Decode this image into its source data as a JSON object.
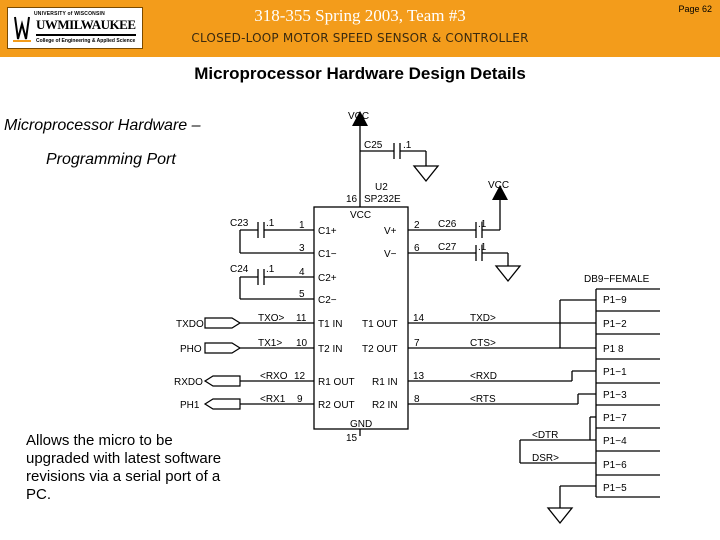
{
  "header": {
    "logo": {
      "university": "UNIVERSITY of WISCONSIN",
      "name": "UWMILWAUKEE",
      "college": "College of Engineering & Applied Science"
    },
    "course": "318-355 Spring 2003, Team #3",
    "subtitle": "CLOSED-LOOP MOTOR SPEED SENSOR & CONTROLLER",
    "page": "Page 62"
  },
  "title": "Microprocessor Hardware Design Details",
  "heading_line1": "Microprocessor Hardware –",
  "heading_line2": "Programming Port",
  "description": "Allows the micro to be upgraded with latest software revisions via a serial port of a PC.",
  "schematic": {
    "vcc1": "VCC",
    "vcc2": "VCC",
    "c25": "C25",
    "c25_val": ".1",
    "u2": "U2",
    "part": "SP232E",
    "chip_vcc": "VCC",
    "gnd": "GND",
    "pin16": "16",
    "pin15": "15",
    "c23": "C23",
    "c23_val": ".1",
    "c24": "C24",
    "c24_val": ".1",
    "c26": "C26",
    "c26_val": ".1",
    "c27": "C27",
    "c27_val": ".1",
    "left_pins": [
      {
        "num": "1",
        "label": "C1+"
      },
      {
        "num": "3",
        "label": "C1−"
      },
      {
        "num": "4",
        "label": "C2+"
      },
      {
        "num": "5",
        "label": "C2−"
      },
      {
        "num": "11",
        "label": "T1  IN"
      },
      {
        "num": "10",
        "label": "T2  IN"
      },
      {
        "num": "12",
        "label": "R1  OUT"
      },
      {
        "num": "9",
        "label": "R2  OUT"
      }
    ],
    "right_pins": [
      {
        "num": "2",
        "label": "V+"
      },
      {
        "num": "6",
        "label": "V−"
      },
      {
        "num": "14",
        "label": "T1  OUT"
      },
      {
        "num": "7",
        "label": "T2  OUT"
      },
      {
        "num": "13",
        "label": "R1  IN"
      },
      {
        "num": "8",
        "label": "R2  IN"
      }
    ],
    "left_signals": [
      "TXDO",
      "PHO",
      "RXDO",
      "PH1"
    ],
    "left_nets": [
      "TXO>",
      "TX1>",
      "<RXO",
      "<RX1"
    ],
    "right_nets": [
      "TXD>",
      "CTS>",
      "<RXD",
      "<RTS",
      "<DTR",
      "DSR>"
    ],
    "connector": "DB9−FEMALE",
    "connector_pins": [
      "P1−9",
      "P1−2",
      "P1 8",
      "P1−1",
      "P1−3",
      "P1−7",
      "P1−4",
      "P1−6",
      "P1−5"
    ]
  }
}
